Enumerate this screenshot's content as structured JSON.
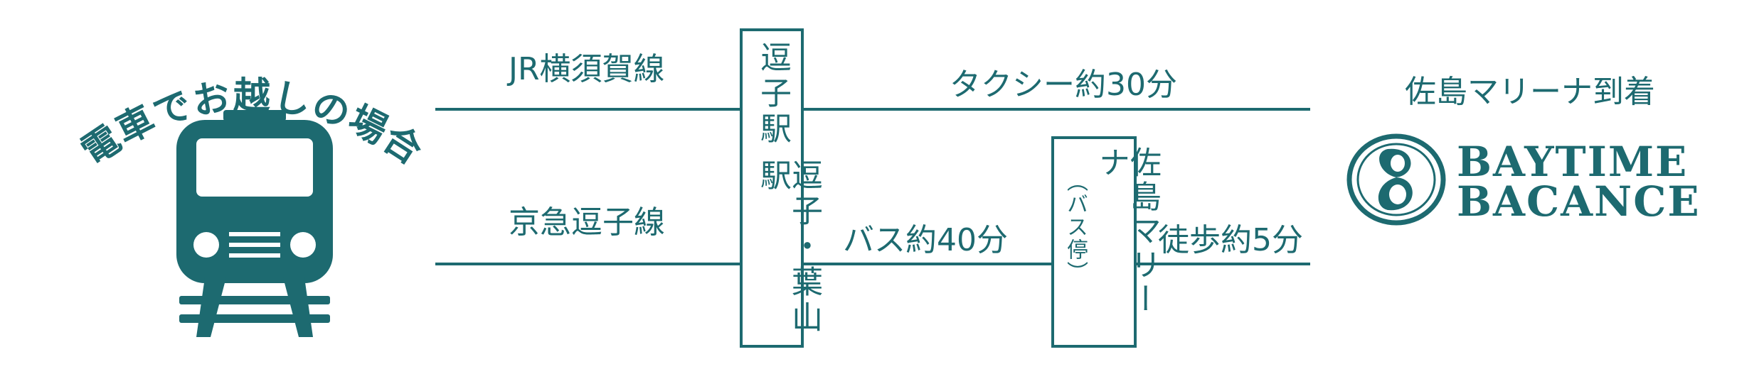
{
  "colors": {
    "accent": "#1d6a70",
    "background": "#ffffff"
  },
  "title": "電車でお越しの場合",
  "icons": {
    "train": "train-icon",
    "logo": "baytime-logo-icon"
  },
  "routes": {
    "top_line_label": "JR横須賀線",
    "bottom_line_label": "京急逗子線",
    "taxi_label": "タクシー約30分",
    "bus_label": "バス約40分",
    "walk_label": "徒歩約5分"
  },
  "stations": {
    "zushi_top": "逗子駅",
    "zushi_bottom": "逗子・葉山駅",
    "bus_stop_name": "佐島マリーナ",
    "bus_stop_note": "（バス停）"
  },
  "destination": {
    "arrival": "佐島マリーナ到着",
    "brand_line1": "BAYTIME",
    "brand_line2": "BACANCE"
  }
}
